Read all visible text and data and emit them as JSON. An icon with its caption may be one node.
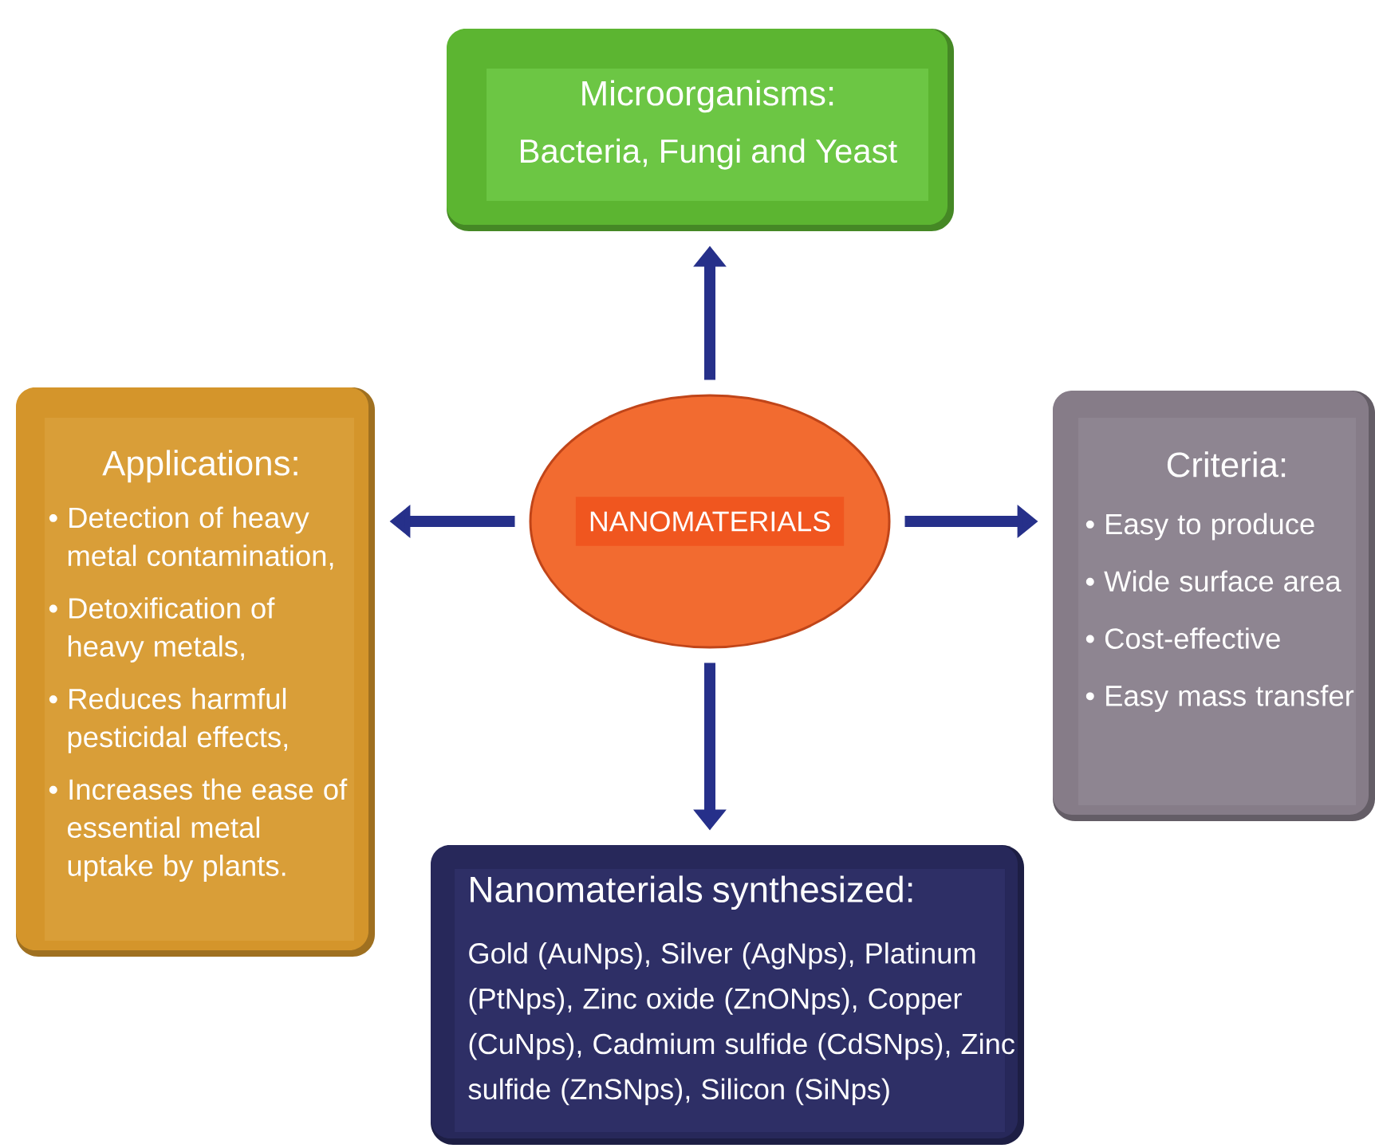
{
  "diagram": {
    "nodes": [
      {
        "text": [
          "Microorganisms:",
          "Bacteria, Fungi and Yeast"
        ]
      },
      {
        "text": [
          "Applications:",
          "• Detection of heavy metal contamination,",
          "• Detoxification of heavy metals,",
          "• Reduces harmful pesticidal effects,",
          "• Increases the ease of essential metal uptake by plants."
        ]
      },
      {
        "text": [
          "NANOMATERIALS"
        ]
      },
      {
        "text": [
          "Criteria:",
          "• Easy to produce",
          "• Wide surface area",
          "• Cost-effective",
          "• Easy mass transfer"
        ]
      },
      {
        "text": [
          "Nanomaterials synthesized:",
          "Gold (AuNps), Silver (AgNps), Platinum (PtNps), Zinc oxide (ZnONps), Copper (CuNps), Cadmium sulfide (CdSNps), Zinc sulfide (ZnSNps), Silicon (SiNps)"
        ]
      }
    ],
    "edges": [
      {
        "from": 2,
        "to": 0,
        "arrow": "to"
      },
      {
        "from": 2,
        "to": 1,
        "arrow": "to"
      },
      {
        "from": 2,
        "to": 3,
        "arrow": "to"
      },
      {
        "from": 2,
        "to": 4,
        "arrow": "to"
      }
    ]
  }
}
